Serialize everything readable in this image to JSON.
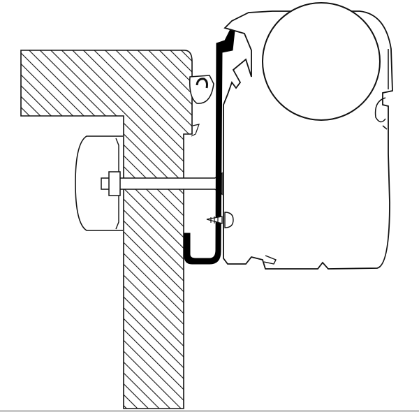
{
  "colors": {
    "background": "#ffffff",
    "line": "#111111",
    "bracket_fill": "#000000",
    "bottom_border": "#c8c8c8"
  },
  "parts": [
    "wall-section",
    "mounting-bracket",
    "awning-housing",
    "awning-roller",
    "bolt",
    "end-cap",
    "screw"
  ]
}
